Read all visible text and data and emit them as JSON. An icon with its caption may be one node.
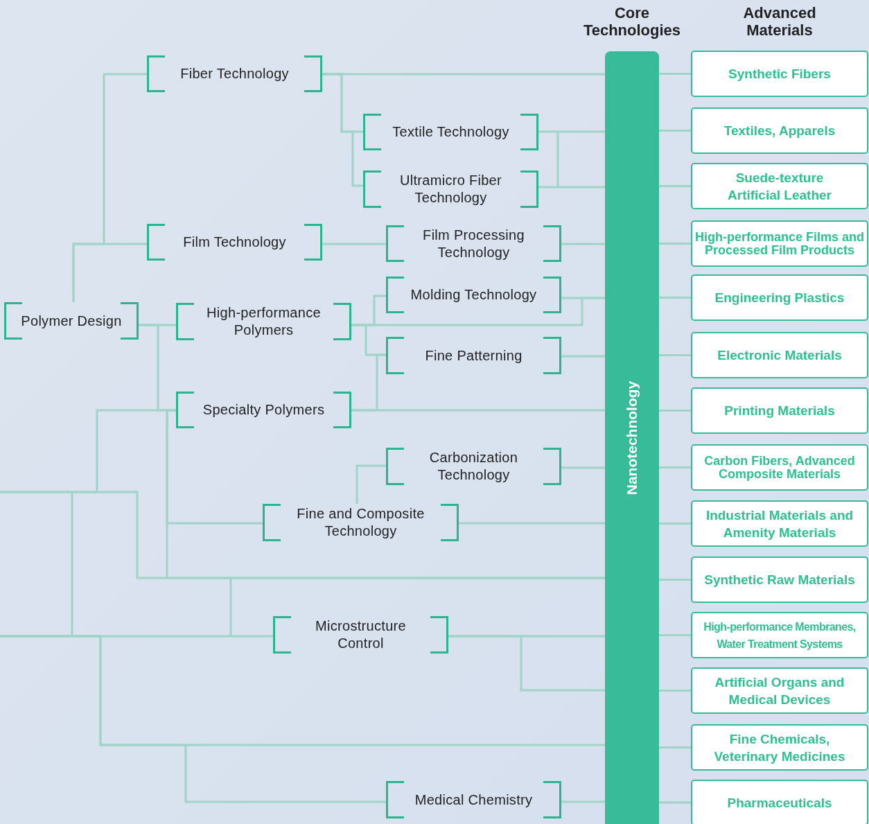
{
  "diagram": {
    "nodes": [
      {
        "text": [
          "Polymer Design"
        ]
      },
      {
        "text": [
          "Fiber Technology"
        ]
      },
      {
        "text": [
          "Textile Technology"
        ]
      },
      {
        "text": [
          "Ultramicro Fiber Technology"
        ]
      },
      {
        "text": [
          "Film Technology"
        ]
      },
      {
        "text": [
          "Film Processing Technology"
        ]
      },
      {
        "text": [
          "Molding Technology"
        ]
      },
      {
        "text": [
          "High-performance Polymers"
        ]
      },
      {
        "text": [
          "Fine Patterning"
        ]
      },
      {
        "text": [
          "Specialty Polymers"
        ]
      },
      {
        "text": [
          "Carbonization Technology"
        ]
      },
      {
        "text": [
          "Fine and Composite Technology"
        ]
      },
      {
        "text": [
          "Microstructure Control"
        ]
      },
      {
        "text": [
          "Medical Chemistry"
        ]
      },
      {
        "text": [
          "Nanotechnology"
        ]
      },
      {
        "text": [
          "Synthetic Fibers"
        ]
      },
      {
        "text": [
          "Textiles, Apparels"
        ]
      },
      {
        "text": [
          "Suede-texture Artificial Leather"
        ]
      },
      {
        "text": [
          "High-performance Films and Processed Film Products"
        ]
      },
      {
        "text": [
          "Engineering Plastics"
        ]
      },
      {
        "text": [
          "Electronic Materials"
        ]
      },
      {
        "text": [
          "Printing Materials"
        ]
      },
      {
        "text": [
          "Carbon Fibers, Advanced Composite Materials"
        ]
      },
      {
        "text": [
          "Industrial Materials and Amenity Materials"
        ]
      },
      {
        "text": [
          "Synthetic Raw Materials"
        ]
      },
      {
        "text": [
          "High-performance Membranes, Water Treatment Systems"
        ]
      },
      {
        "text": [
          "Artificial Organs and Medical Devices"
        ]
      },
      {
        "text": [
          "Fine Chemicals, Veterinary Medicines"
        ]
      },
      {
        "text": [
          "Pharmaceuticals"
        ]
      }
    ],
    "edges": [
      {
        "from": 0,
        "to": 1,
        "arrow": "none"
      },
      {
        "from": 0,
        "to": 4,
        "arrow": "none"
      },
      {
        "from": 1,
        "to": 14,
        "arrow": "none"
      },
      {
        "from": 1,
        "to": 2,
        "arrow": "none"
      },
      {
        "from": 1,
        "to": 3,
        "arrow": "none"
      },
      {
        "from": 2,
        "to": 14,
        "arrow": "none"
      },
      {
        "from": 3,
        "to": 14,
        "arrow": "none"
      },
      {
        "from": 4,
        "to": 5,
        "arrow": "none"
      },
      {
        "from": 5,
        "to": 14,
        "arrow": "none"
      },
      {
        "from": 0,
        "to": 7,
        "arrow": "none"
      },
      {
        "from": 7,
        "to": 6,
        "arrow": "none"
      },
      {
        "from": 7,
        "to": 8,
        "arrow": "none"
      },
      {
        "from": 7,
        "to": 14,
        "arrow": "none"
      },
      {
        "from": 6,
        "to": 14,
        "arrow": "none"
      },
      {
        "from": 8,
        "to": 14,
        "arrow": "none"
      },
      {
        "from": 0,
        "to": 9,
        "arrow": "none"
      },
      {
        "from": 9,
        "to": 14,
        "arrow": "none"
      },
      {
        "from": 9,
        "to": 8,
        "arrow": "none"
      },
      {
        "from": 9,
        "to": 11,
        "arrow": "none"
      },
      {
        "from": 11,
        "to": 10,
        "arrow": "none"
      },
      {
        "from": 10,
        "to": 14,
        "arrow": "none"
      },
      {
        "from": 11,
        "to": 14,
        "arrow": "none"
      },
      {
        "from": 9,
        "to": 14,
        "arrow": "none"
      },
      {
        "from": null,
        "to": 9,
        "arrow": "none"
      },
      {
        "from": null,
        "to": 14,
        "arrow": "none"
      },
      {
        "from": null,
        "to": 12,
        "arrow": "none"
      },
      {
        "from": 12,
        "to": 14,
        "arrow": "none"
      },
      {
        "from": 12,
        "to": 14,
        "arrow": "none"
      },
      {
        "from": null,
        "to": 14,
        "arrow": "none"
      },
      {
        "from": null,
        "to": 13,
        "arrow": "none"
      },
      {
        "from": 13,
        "to": 14,
        "arrow": "none"
      },
      {
        "from": 14,
        "to": 15,
        "arrow": "none"
      },
      {
        "from": 14,
        "to": 16,
        "arrow": "none"
      },
      {
        "from": 14,
        "to": 17,
        "arrow": "none"
      },
      {
        "from": 14,
        "to": 18,
        "arrow": "none"
      },
      {
        "from": 14,
        "to": 19,
        "arrow": "none"
      },
      {
        "from": 14,
        "to": 20,
        "arrow": "none"
      },
      {
        "from": 14,
        "to": 21,
        "arrow": "none"
      },
      {
        "from": 14,
        "to": 22,
        "arrow": "none"
      },
      {
        "from": 14,
        "to": 23,
        "arrow": "none"
      },
      {
        "from": 14,
        "to": 24,
        "arrow": "none"
      },
      {
        "from": 14,
        "to": 25,
        "arrow": "none"
      },
      {
        "from": 14,
        "to": 26,
        "arrow": "none"
      },
      {
        "from": 14,
        "to": 27,
        "arrow": "none"
      },
      {
        "from": 14,
        "to": 28,
        "arrow": "none"
      }
    ],
    "labels": [
      "Core Technologies",
      "Advanced Materials"
    ]
  }
}
